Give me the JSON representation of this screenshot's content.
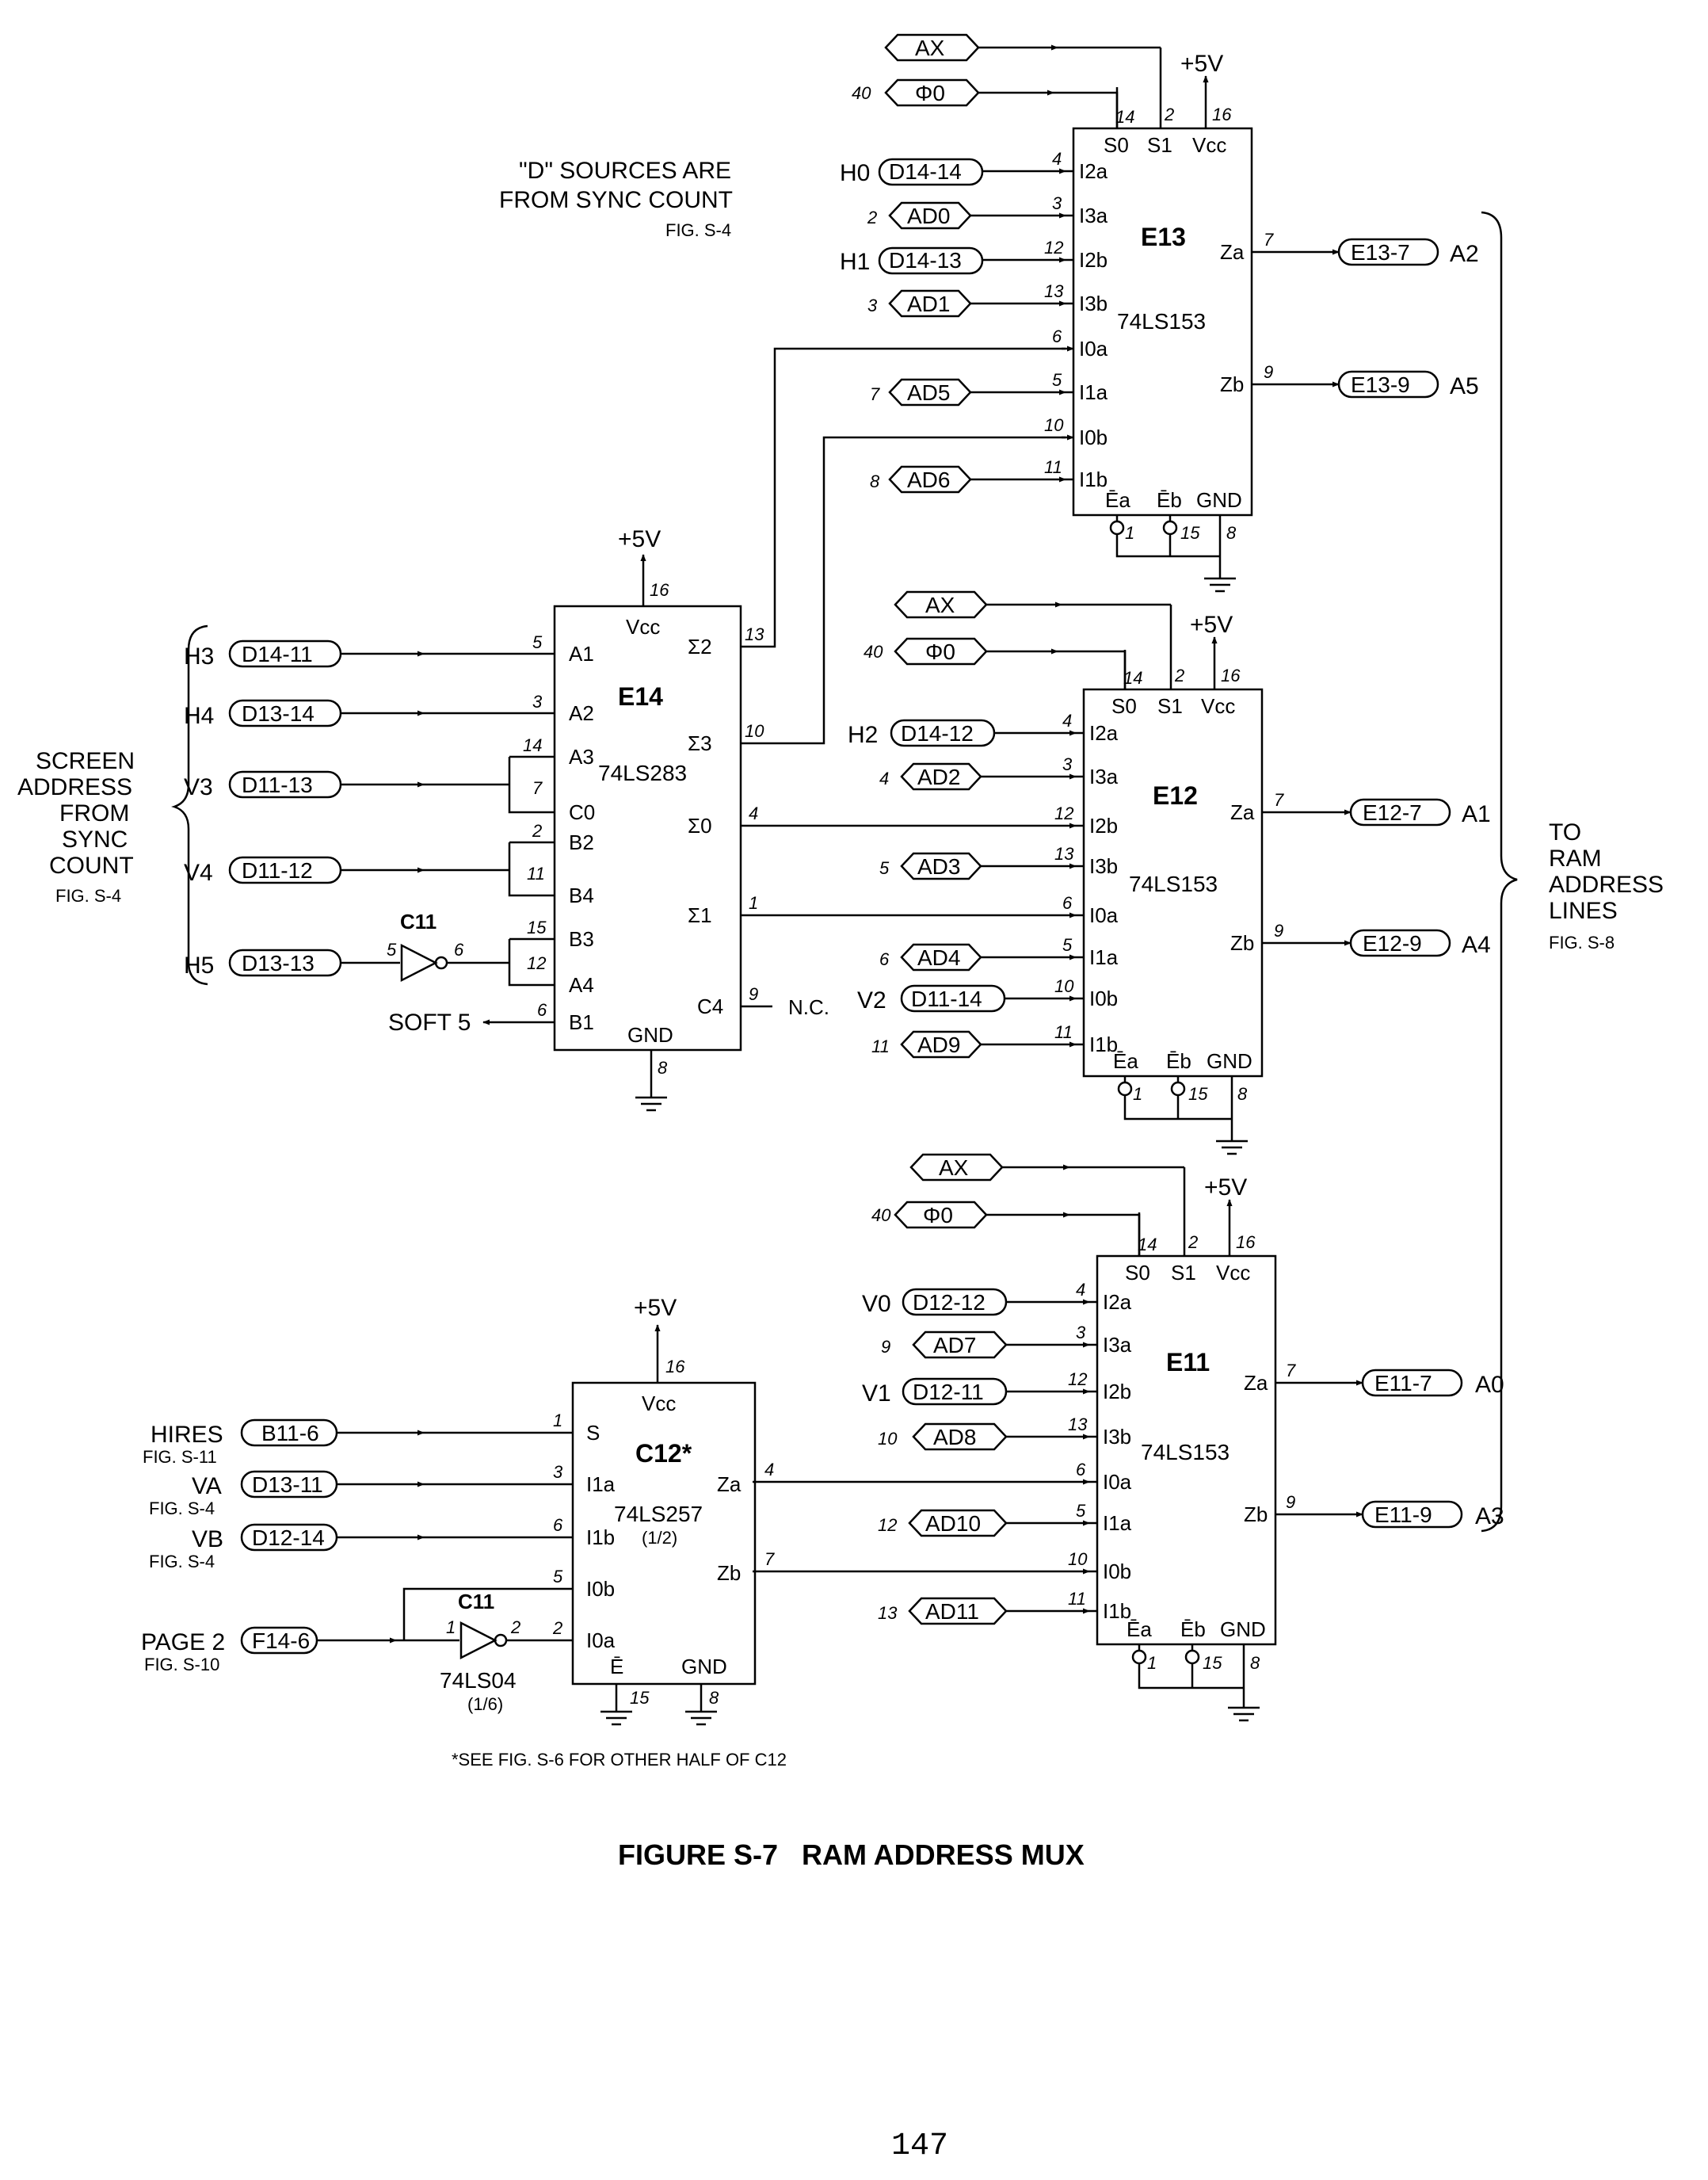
{
  "title": "FIGURE S-7   RAM ADDRESS MUX",
  "page_number": "147",
  "notes": {
    "d_sources_line1": "\"D\" SOURCES ARE",
    "d_sources_line2": "FROM SYNC COUNT",
    "d_sources_ref": "FIG. S-4",
    "screen_line1": "SCREEN",
    "screen_line2": "ADDRESS",
    "screen_line3": "FROM",
    "screen_line4": "SYNC",
    "screen_line5": "COUNT",
    "screen_ref": "FIG. S-4",
    "ram_line1": "TO",
    "ram_line2": "RAM",
    "ram_line3": "ADDRESS",
    "ram_line4": "LINES",
    "ram_ref": "FIG. S-8",
    "c12_footnote": "*SEE FIG. S-6 FOR OTHER HALF OF C12",
    "nc": "N.C.",
    "soft5": "SOFT 5",
    "plus5v": "+5V"
  },
  "chips": {
    "e13": {
      "name": "E13",
      "type": "74LS153"
    },
    "e12": {
      "name": "E12",
      "type": "74LS153"
    },
    "e11": {
      "name": "E11",
      "type": "74LS153"
    },
    "e14": {
      "name": "E14",
      "type": "74LS283"
    },
    "c12": {
      "name": "C12*",
      "type": "74LS257",
      "sub": "(1/2)"
    },
    "c11": {
      "name": "C11",
      "type": "74LS04",
      "sub": "(1/6)"
    }
  },
  "mux_pins_left": [
    "S0",
    "S1",
    "Vcc",
    "I2a",
    "I3a",
    "I2b",
    "I3b",
    "I0a",
    "I1a",
    "I0b",
    "I1b",
    "Ēa",
    "Ēb",
    "GND",
    "Za",
    "Zb"
  ],
  "e14_pins": [
    "Vcc",
    "A1",
    "A2",
    "A3",
    "C0",
    "B2",
    "B4",
    "B3",
    "A4",
    "B1",
    "GND",
    "Σ2",
    "Σ3",
    "Σ0",
    "Σ1",
    "C4"
  ],
  "c12_pins": [
    "Vcc",
    "S",
    "I1a",
    "I1b",
    "I0b",
    "I0a",
    "Ē",
    "GND",
    "Za",
    "Zb"
  ],
  "pin_numbers": {
    "mux": [
      "14",
      "2",
      "16",
      "4",
      "3",
      "12",
      "13",
      "6",
      "5",
      "10",
      "11",
      "1",
      "15",
      "8",
      "7",
      "9"
    ],
    "e14": [
      "16",
      "5",
      "3",
      "14",
      "7",
      "2",
      "11",
      "15",
      "12",
      "6",
      "8",
      "13",
      "10",
      "4",
      "1",
      "9"
    ],
    "c12": [
      "16",
      "1",
      "3",
      "6",
      "5",
      "2",
      "15",
      "8",
      "4",
      "7"
    ],
    "c11_top": [
      "5",
      "6"
    ],
    "c11_bottom": [
      "1",
      "2"
    ],
    "side_nums": [
      "40",
      "2",
      "3",
      "7",
      "8",
      "40",
      "4",
      "5",
      "6",
      "11",
      "40",
      "9",
      "10",
      "12",
      "13"
    ]
  },
  "signals": {
    "ax": "AX",
    "phi0": "Φ0",
    "d14_14": "D14-14",
    "ad0": "AD0",
    "d14_13": "D14-13",
    "ad1": "AD1",
    "ad5": "AD5",
    "ad6": "AD6",
    "d14_12": "D14-12",
    "ad2": "AD2",
    "ad3": "AD3",
    "ad4": "AD4",
    "d11_14": "D11-14",
    "ad9": "AD9",
    "d12_12": "D12-12",
    "ad7": "AD7",
    "d12_11": "D12-11",
    "ad8": "AD8",
    "ad10": "AD10",
    "ad11": "AD11",
    "d14_11": "D14-11",
    "d13_14": "D13-14",
    "d11_13": "D11-13",
    "d11_12": "D11-12",
    "d13_13": "D13-13",
    "b11_6": "B11-6",
    "d13_11": "D13-11",
    "d12_14": "D12-14",
    "f14_6": "F14-6",
    "e13_7": "E13-7",
    "e13_9": "E13-9",
    "e12_7": "E12-7",
    "e12_9": "E12-9",
    "e11_7": "E11-7",
    "e11_9": "E11-9"
  },
  "side_labels": {
    "h0": "H0",
    "h1": "H1",
    "h2": "H2",
    "v2": "V2",
    "v0": "V0",
    "v1": "V1",
    "h3": "H3",
    "h4": "H4",
    "v3": "V3",
    "v4": "V4",
    "h5": "H5",
    "hires": "HIRES",
    "hires_ref": "FIG. S-11",
    "va": "VA",
    "va_ref": "FIG. S-4",
    "vb": "VB",
    "vb_ref": "FIG. S-4",
    "page2": "PAGE 2",
    "page2_ref": "FIG. S-10",
    "a2": "A2",
    "a5": "A5",
    "a1": "A1",
    "a4": "A4",
    "a0": "A0",
    "a3": "A3"
  }
}
